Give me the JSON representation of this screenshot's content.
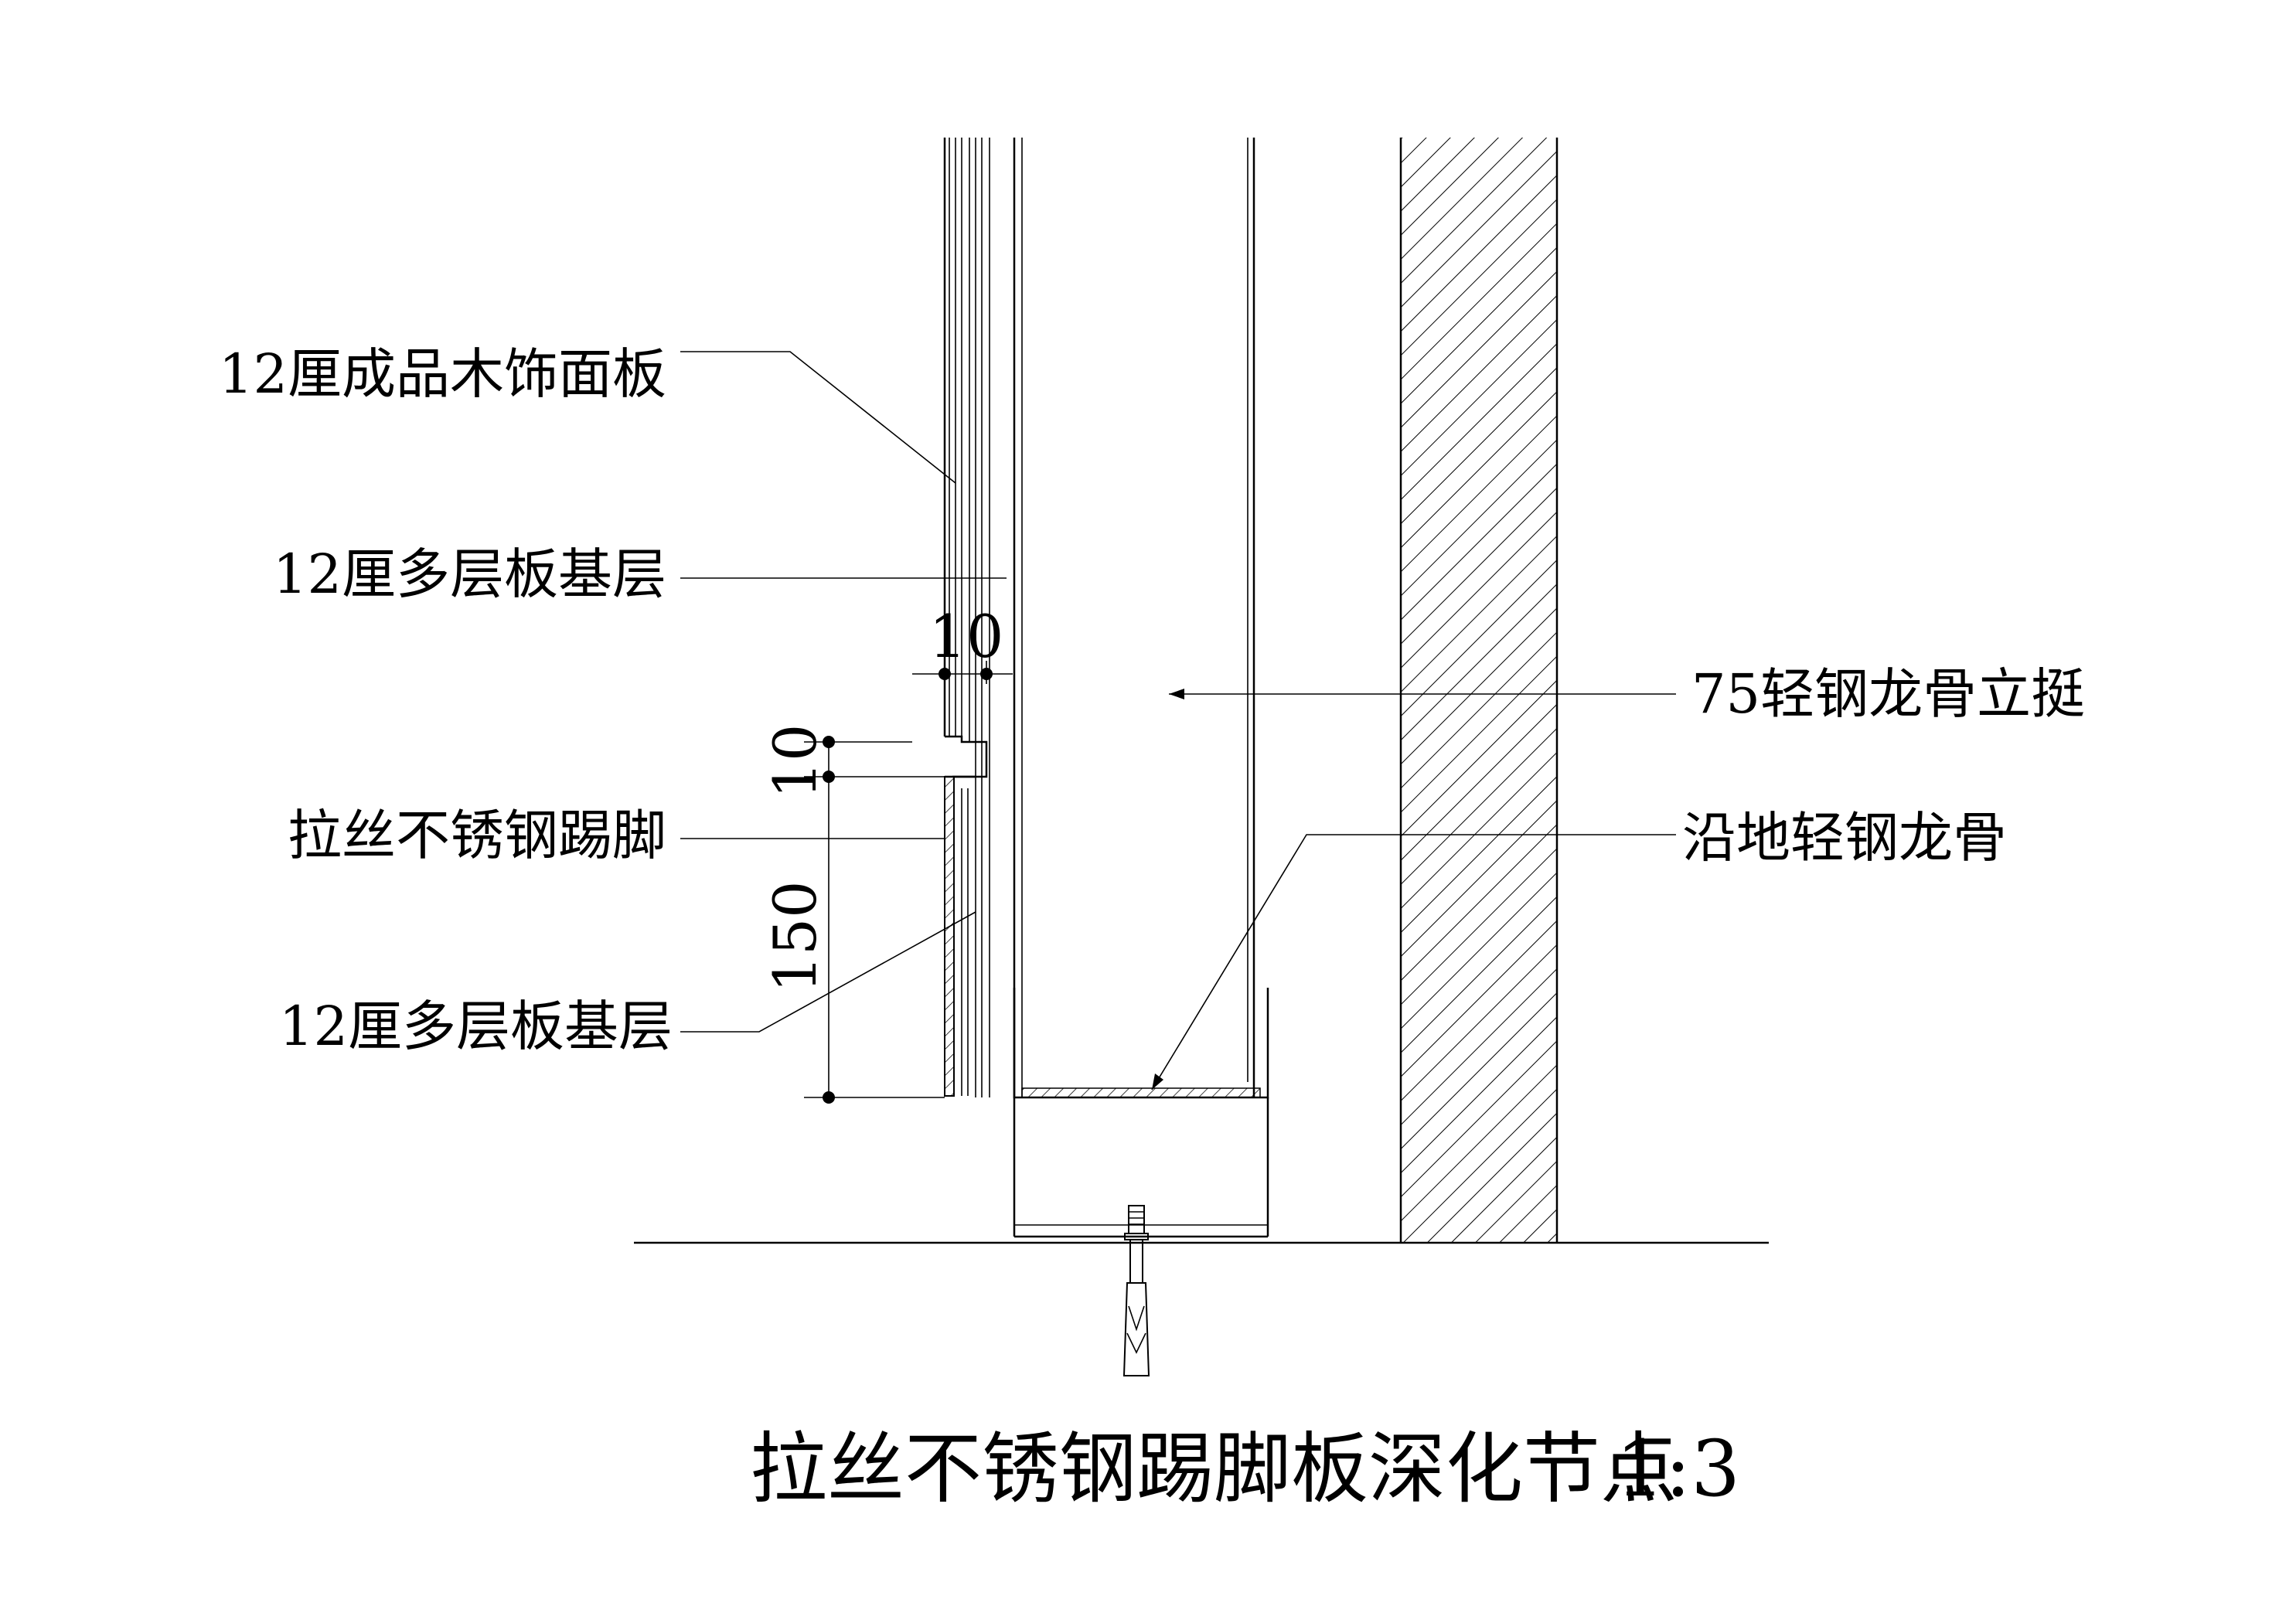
{
  "labels": {
    "face_panel": "12厘成品木饰面板",
    "plywood_base_upper": "12厘多层板基层",
    "stainless_kick": "拉丝不锈钢踢脚",
    "plywood_base_lower": "12厘多层板基层",
    "stud": "75轻钢龙骨立挺",
    "floor_track": "沿地轻钢龙骨"
  },
  "dimensions": {
    "gap_horizontal": "10",
    "gap_vertical": "10",
    "kick_height": "150"
  },
  "title": {
    "text": "拉丝不锈钢踢脚板深化节点",
    "scale": "1:3"
  }
}
